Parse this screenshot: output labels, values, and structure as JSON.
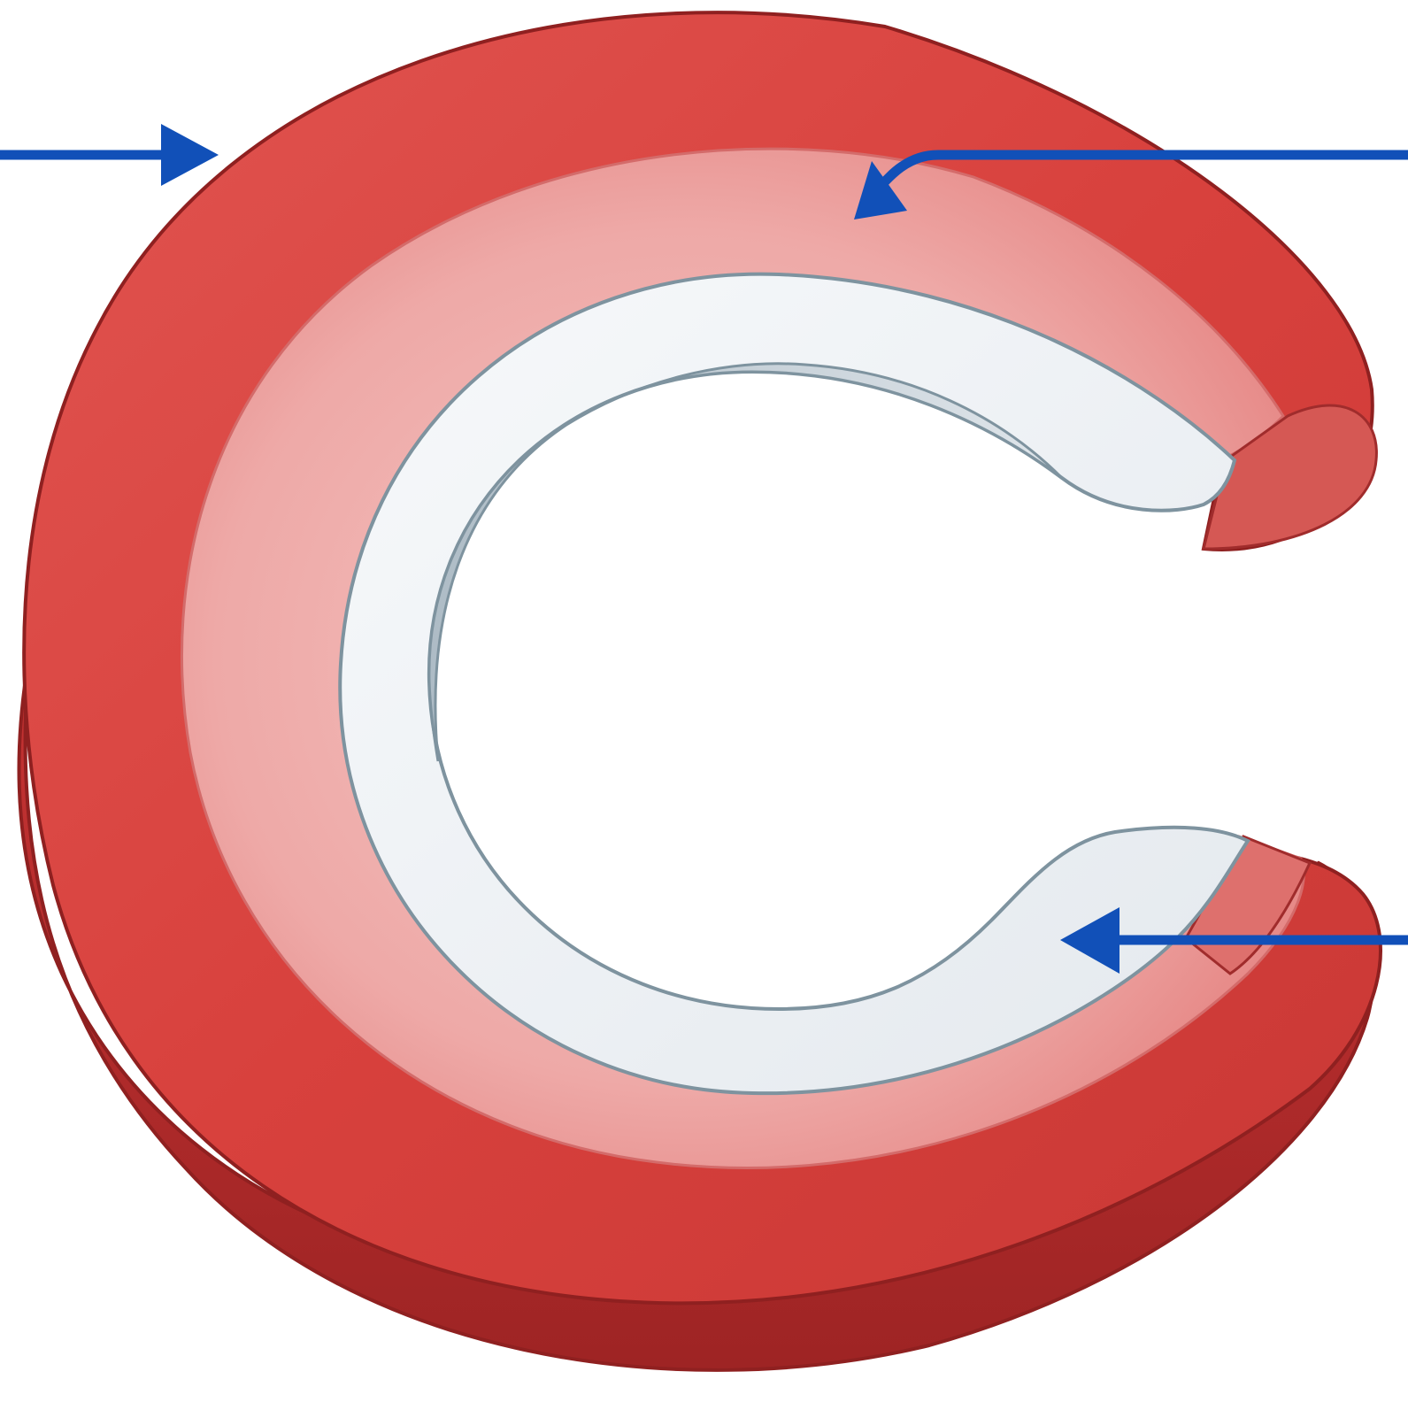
{
  "diagram": {
    "shape": "c-shaped-ring",
    "labels": [],
    "pointer_arrows": [
      {
        "name": "outer-surface-pointer",
        "icon": "arrow-right-icon"
      },
      {
        "name": "middle-band-pointer",
        "icon": "arrow-down-left-icon"
      },
      {
        "name": "inner-band-pointer",
        "icon": "arrow-left-icon"
      }
    ]
  },
  "colors": {
    "background": "#ffffff",
    "ring_red": "#d8403c",
    "ring_dark": "#a92a2a",
    "band_pink": "#efb0ae",
    "inner_light": "#eef1f4",
    "inner_edge": "#7e939f",
    "arrow_blue": "#1150b8"
  }
}
